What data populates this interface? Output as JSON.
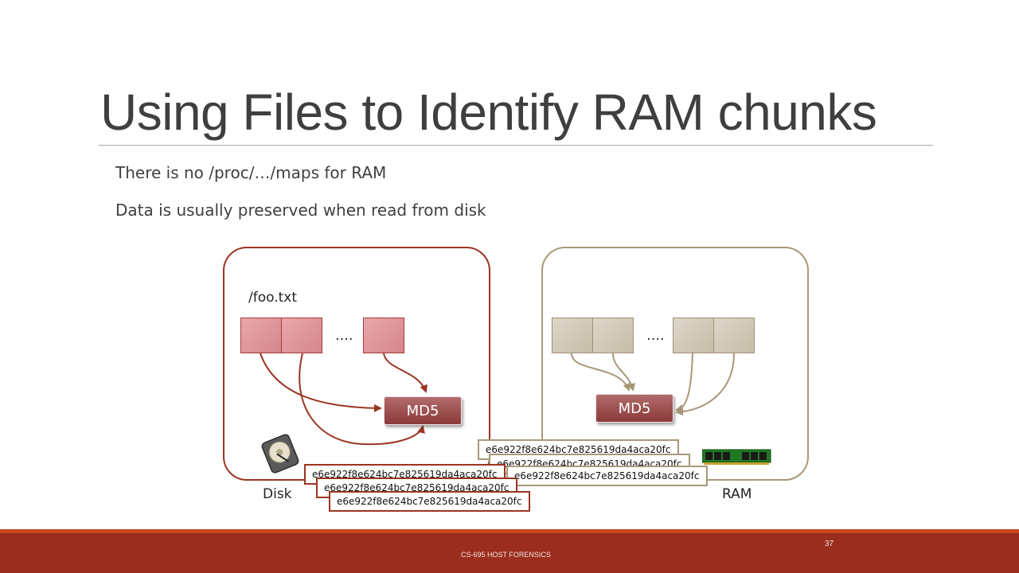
{
  "slide": {
    "title": "Using Files to Identify RAM chunks",
    "bullets": [
      "There is no /proc/…/maps for RAM",
      "Data is usually preserved when read from disk"
    ]
  },
  "diagram": {
    "disk": {
      "file_label": "/foo.txt",
      "ellipsis": "….",
      "md5_label": "MD5",
      "caption": "Disk",
      "icon": "hard-disk-icon",
      "hashes": [
        "e6e922f8e624bc7e825619da4aca20fc",
        "e6e922f8e624bc7e825619da4aca20fc",
        "e6e922f8e624bc7e825619da4aca20fc"
      ]
    },
    "ram": {
      "ellipsis": "….",
      "md5_label": "MD5",
      "caption": "RAM",
      "icon": "memory-module-icon",
      "hashes": [
        "e6e922f8e624bc7e825619da4aca20fc",
        "e6e922f8e624bc7e825619da4aca20fc",
        "e6e922f8e624bc7e825619da4aca20fc"
      ]
    }
  },
  "footer": {
    "course": "CS-695 HOST FORENSICS",
    "page_number": "37"
  },
  "colors": {
    "accent": "#9b2d1f",
    "disk_border": "#9b3522",
    "ram_border": "#a89878"
  }
}
